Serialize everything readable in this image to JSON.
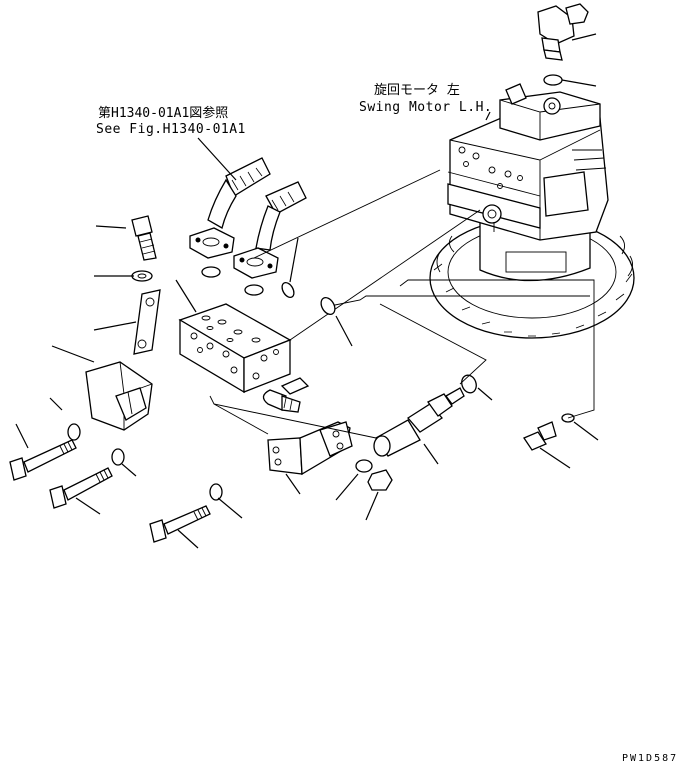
{
  "labels": {
    "ref_jp": "第H1340-01A1図参照",
    "ref_en": "See Fig.H1340-01A1",
    "motor_jp": "旋回モータ 左",
    "motor_en": "Swing Motor L.H."
  },
  "drawing_code": "PW1D587"
}
